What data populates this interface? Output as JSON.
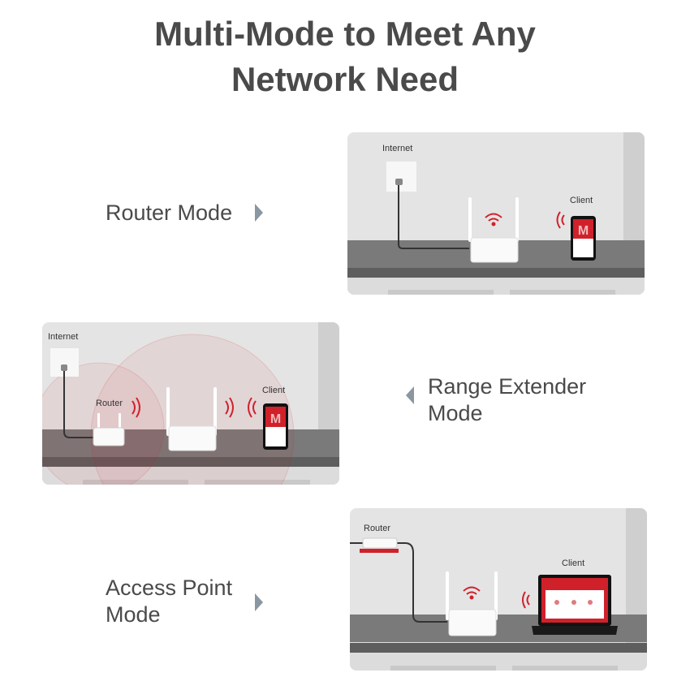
{
  "title": {
    "line1": "Multi-Mode to Meet Any",
    "line2": "Network Need"
  },
  "modes": [
    {
      "label": "Router Mode",
      "scene": {
        "internet": "Internet",
        "client": "Client"
      }
    },
    {
      "label_line1": "Range Extender",
      "label_line2": "Mode",
      "scene": {
        "internet": "Internet",
        "router": "Router",
        "client": "Client"
      }
    },
    {
      "label_line1": "Access Point",
      "label_line2": "Mode",
      "scene": {
        "router": "Router",
        "client": "Client"
      }
    }
  ],
  "colors": {
    "accent": "#d0212b",
    "text": "#4a4a4a",
    "arrow": "#8a96a0"
  }
}
